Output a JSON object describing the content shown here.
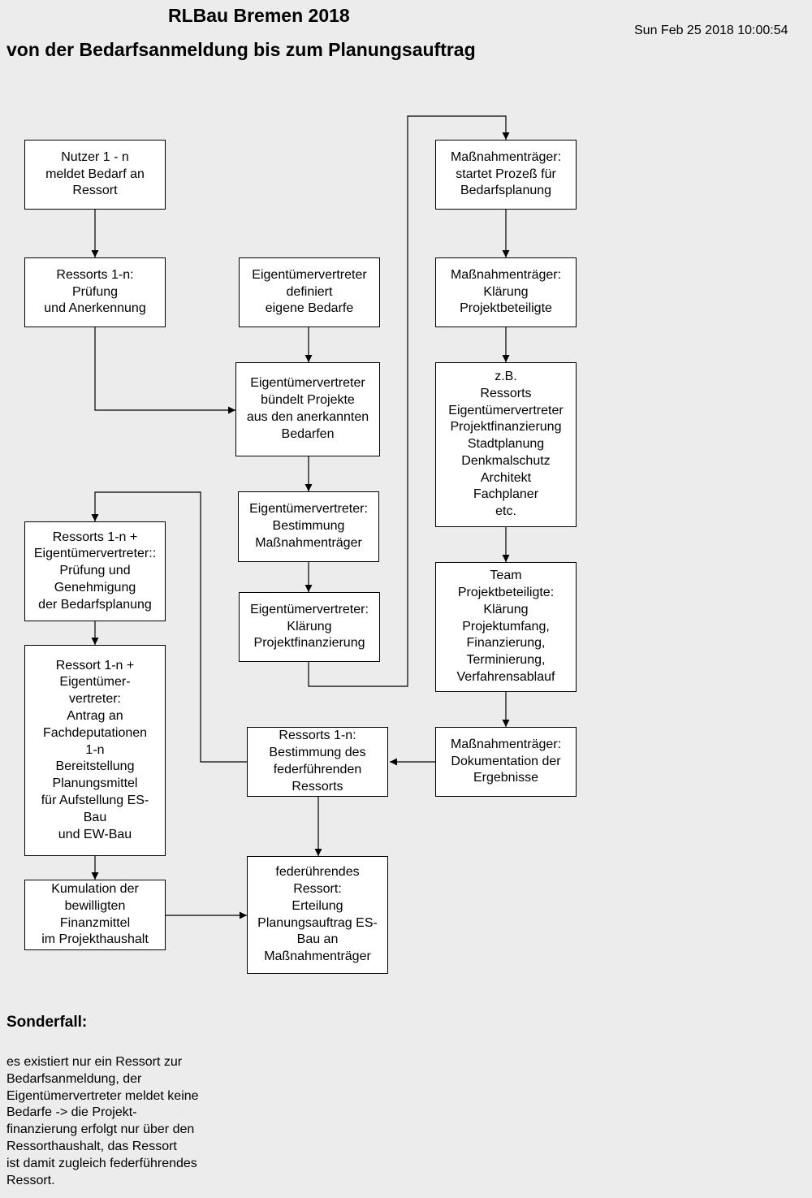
{
  "title": "RLBau Bremen 2018",
  "subtitle": "von der Bedarfsanmeldung bis zum Planungsauftrag",
  "timestamp": "Sun Feb 25 2018 10:00:54",
  "boxes": {
    "nutzer": "Nutzer 1 - n\nmeldet Bedarf an\nRessort",
    "ressorts_pruefung": "Ressorts 1-n:\nPrüfung\nund Anerkennung",
    "eigen_definiert": "Eigentümervertreter\ndefiniert\neigene Bedarfe",
    "eigen_buendelt": "Eigentümervertreter\nbündelt Projekte\naus den anerkannten\nBedarfen",
    "eigen_bestimmung": "Eigentümervertreter:\nBestimmung\nMaßnahmenträger",
    "eigen_klaerung": "Eigentümervertreter:\nKlärung\nProjektfinanzierung",
    "mt_startet": "Maßnahmenträger:\nstartet Prozeß für\nBedarfsplanung",
    "mt_klaerung": "Maßnahmenträger:\nKlärung\nProjektbeteiligte",
    "zb_list": "z.B.\nRessorts\nEigentümervertreter\nProjektfinanzierung\nStadtplanung\nDenkmalschutz\nArchitekt\nFachplaner\netc.",
    "team": "Team\nProjektbeteiligte:\nKlärung\nProjektumfang,\nFinanzierung,\nTerminierung,\nVerfahrensablauf",
    "mt_doku": "Maßnahmenträger:\nDokumentation der\nErgebnisse",
    "ressorts_bestimmung": "Ressorts 1-n:\nBestimmung des\nfederführenden\nRessorts",
    "ressorts_genehmigung": "Ressorts 1-n +\nEigentümervertreter::\nPrüfung und\nGenehmigung\nder Bedarfsplanung",
    "ressort_antrag": "Ressort 1-n +\nEigentümer-\nvertreter:\nAntrag an\nFachdeputationen\n1-n\nBereitstellung\nPlanungsmittel\nfür Aufstellung ES-\nBau\nund EW-Bau",
    "kumulation": "Kumulation der\nbewilligten\nFinanzmittel\nim Projekthaushalt",
    "federfuehrendes": "federührendes\nRessort:\nErteilung\nPlanungsauftrag ES-\nBau an\nMaßnahmenträger"
  },
  "sonderfall": {
    "heading": "Sonderfall:",
    "text": "es existiert nur ein Ressort zur\nBedarfsanmeldung, der\nEigentümervertreter meldet keine\nBedarfe -> die Projekt-\nfinanzierung erfolgt nur über den\nRessorthaushalt, das Ressort\nist damit zugleich federführendes\nRessort."
  }
}
